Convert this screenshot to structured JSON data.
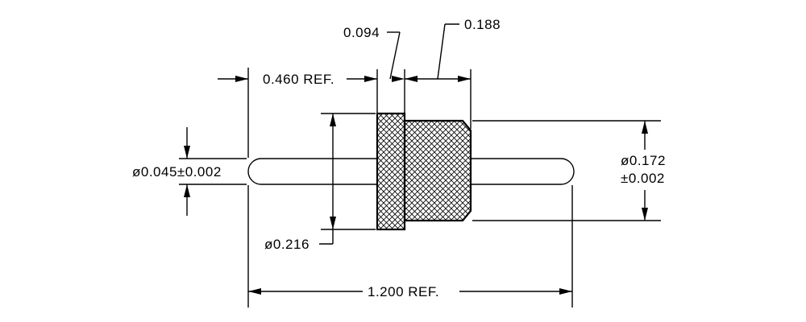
{
  "drawing": {
    "dimensions": {
      "flange_thickness": "0.094",
      "body_length": "0.188",
      "left_pin_length": "0.460 REF.",
      "pin_diameter": "ø0.045±0.002",
      "body_diameter_line1": "ø0.172",
      "body_diameter_line2": "±0.002",
      "flange_diameter": "ø0.216",
      "overall_length": "1.200 REF."
    }
  }
}
